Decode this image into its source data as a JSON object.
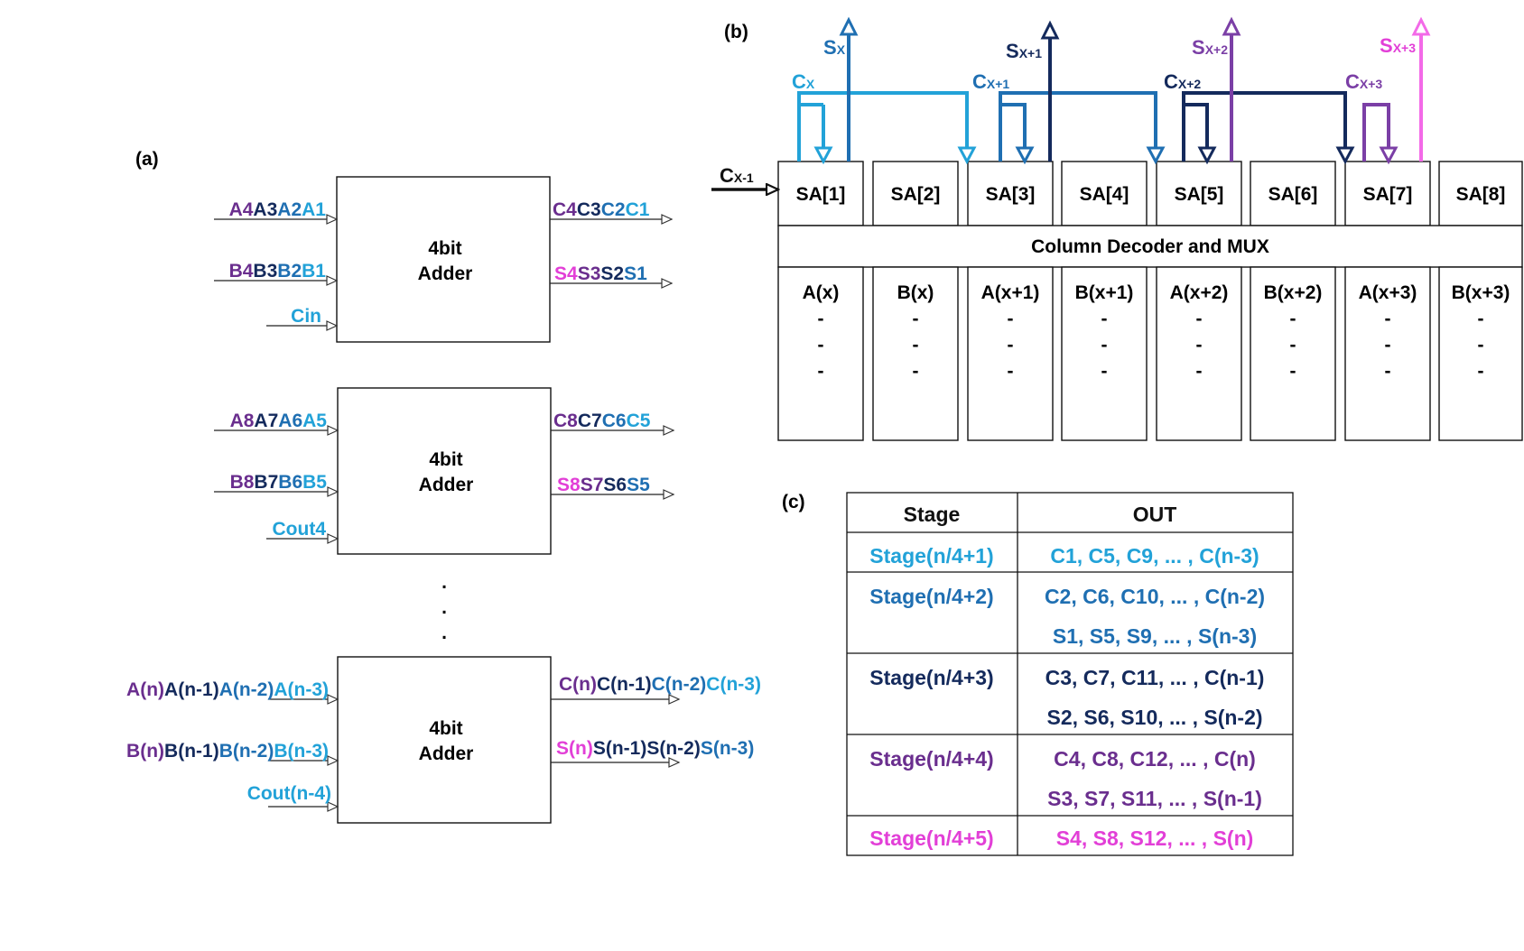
{
  "colors": {
    "purple": "#6a2e8e",
    "navy": "#142a5c",
    "blue": "#1f6fb2",
    "cyan": "#22a2d8",
    "magenta": "#e23fd7",
    "violet": "#7b3fa6",
    "pink": "#f36ae8",
    "black": "#111111"
  },
  "panel_a": {
    "label": "(a)",
    "adder_line1": "4bit",
    "adder_line2": "Adder",
    "dots": ".",
    "adders": [
      {
        "inA": [
          "A4",
          "A3",
          "A2",
          "A1"
        ],
        "inB": [
          "B4",
          "B3",
          "B2",
          "B1"
        ],
        "carry_in": "Cin",
        "outC": [
          "C4",
          "C3",
          "C2",
          "C1"
        ],
        "outS": [
          "S4",
          "S3",
          "S2",
          "S1"
        ]
      },
      {
        "inA": [
          "A8",
          "A7",
          "A6",
          "A5"
        ],
        "inB": [
          "B8",
          "B7",
          "B6",
          "B5"
        ],
        "carry_in": "Cout4",
        "outC": [
          "C8",
          "C7",
          "C6",
          "C5"
        ],
        "outS": [
          "S8",
          "S7",
          "S6",
          "S5"
        ]
      },
      {
        "inA": [
          "A(n)",
          "A(n-1)",
          "A(n-2)",
          "A(n-3)"
        ],
        "inB": [
          "B(n)",
          "B(n-1)",
          "B(n-2)",
          "B(n-3)"
        ],
        "carry_in": "Cout(n-4)",
        "outC": [
          "C(n)",
          "C(n-1)",
          "C(n-2)",
          "C(n-3)"
        ],
        "outS": [
          "S(n)",
          "S(n-1)",
          "S(n-2)",
          "S(n-3)"
        ]
      }
    ]
  },
  "panel_b": {
    "label": "(b)",
    "carry_in_base": "C",
    "carry_in_sub": "X-1",
    "sense_amps": [
      "SA[1]",
      "SA[2]",
      "SA[3]",
      "SA[4]",
      "SA[5]",
      "SA[6]",
      "SA[7]",
      "SA[8]"
    ],
    "decoder_label": "Column Decoder and MUX",
    "columns": [
      "A(x)",
      "B(x)",
      "A(x+1)",
      "B(x+1)",
      "A(x+2)",
      "B(x+2)",
      "A(x+3)",
      "B(x+3)"
    ],
    "column_dots": [
      "-",
      "-",
      "-"
    ],
    "carry_labels": [
      {
        "base": "C",
        "sub": "X"
      },
      {
        "base": "C",
        "sub": "X+1"
      },
      {
        "base": "C",
        "sub": "X+2"
      },
      {
        "base": "C",
        "sub": "X+3"
      }
    ],
    "sum_labels": [
      {
        "base": "S",
        "sub": "X"
      },
      {
        "base": "S",
        "sub": "X+1"
      },
      {
        "base": "S",
        "sub": "X+2"
      },
      {
        "base": "S",
        "sub": "X+3"
      }
    ]
  },
  "panel_c": {
    "label": "(c)",
    "headers": [
      "Stage",
      "OUT"
    ],
    "rows": [
      {
        "stage": "Stage(n/4+1)",
        "outs": [
          "C1, C5, C9, ... , C(n-3)"
        ]
      },
      {
        "stage": "Stage(n/4+2)",
        "outs": [
          "C2, C6, C10, ... , C(n-2)",
          "S1, S5, S9, ... , S(n-3)"
        ]
      },
      {
        "stage": "Stage(n/4+3)",
        "outs": [
          "C3, C7, C11, ... , C(n-1)",
          "S2, S6, S10, ... , S(n-2)"
        ]
      },
      {
        "stage": "Stage(n/4+4)",
        "outs": [
          "C4, C8, C12, ... , C(n)",
          "S3, S7, S11, ... , S(n-1)"
        ]
      },
      {
        "stage": "Stage(n/4+5)",
        "outs": [
          "S4, S8, S12, ... , S(n)"
        ]
      }
    ]
  }
}
